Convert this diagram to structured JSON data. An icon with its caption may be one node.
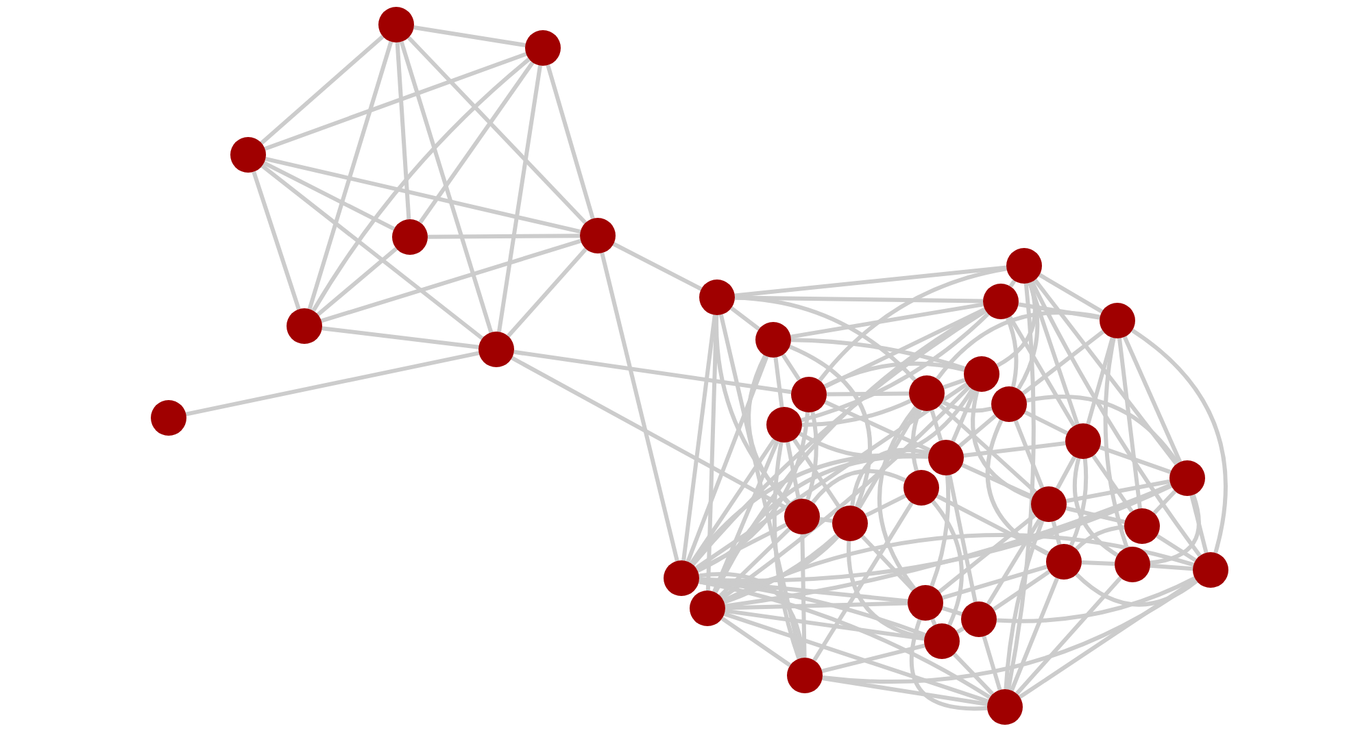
{
  "diagram": {
    "nodes": [
      {
        "text": [],
        "shape": "circle"
      },
      {
        "text": [],
        "shape": "circle"
      },
      {
        "text": [],
        "shape": "circle"
      },
      {
        "text": [],
        "shape": "circle"
      },
      {
        "text": [],
        "shape": "circle"
      },
      {
        "text": [],
        "shape": "circle"
      },
      {
        "text": [],
        "shape": "circle"
      },
      {
        "text": [],
        "shape": "circle"
      },
      {
        "text": [],
        "shape": "circle"
      },
      {
        "text": [],
        "shape": "circle"
      },
      {
        "text": [],
        "shape": "circle"
      },
      {
        "text": [],
        "shape": "circle"
      },
      {
        "text": [],
        "shape": "circle"
      },
      {
        "text": [],
        "shape": "circle"
      },
      {
        "text": [],
        "shape": "circle"
      },
      {
        "text": [],
        "shape": "circle"
      },
      {
        "text": [],
        "shape": "circle"
      },
      {
        "text": [],
        "shape": "circle"
      },
      {
        "text": [],
        "shape": "circle"
      },
      {
        "text": [],
        "shape": "circle"
      },
      {
        "text": [],
        "shape": "circle"
      },
      {
        "text": [],
        "shape": "circle"
      },
      {
        "text": [],
        "shape": "circle"
      },
      {
        "text": [],
        "shape": "circle"
      },
      {
        "text": [],
        "shape": "circle"
      },
      {
        "text": [],
        "shape": "circle"
      },
      {
        "text": [],
        "shape": "circle"
      },
      {
        "text": [],
        "shape": "circle"
      },
      {
        "text": [],
        "shape": "circle"
      },
      {
        "text": [],
        "shape": "circle"
      },
      {
        "text": [],
        "shape": "circle"
      },
      {
        "text": [],
        "shape": "circle"
      },
      {
        "text": [],
        "shape": "circle"
      },
      {
        "text": [],
        "shape": "circle"
      },
      {
        "text": [],
        "shape": "circle"
      },
      {
        "text": [],
        "shape": "circle"
      }
    ],
    "edges": [
      {
        "from": 0,
        "to": 1,
        "arrow": "none"
      },
      {
        "from": 0,
        "to": 2,
        "arrow": "none"
      },
      {
        "from": 0,
        "to": 3,
        "arrow": "none"
      },
      {
        "from": 0,
        "to": 5,
        "arrow": "none"
      },
      {
        "from": 0,
        "to": 4,
        "arrow": "none"
      },
      {
        "from": 0,
        "to": 6,
        "arrow": "none"
      },
      {
        "from": 1,
        "to": 2,
        "arrow": "none"
      },
      {
        "from": 1,
        "to": 3,
        "arrow": "none"
      },
      {
        "from": 1,
        "to": 5,
        "arrow": "none"
      },
      {
        "from": 1,
        "to": 6,
        "arrow": "none"
      },
      {
        "from": 1,
        "to": 4,
        "arrow": "none"
      },
      {
        "from": 2,
        "to": 3,
        "arrow": "none"
      },
      {
        "from": 2,
        "to": 5,
        "arrow": "none"
      },
      {
        "from": 2,
        "to": 4,
        "arrow": "none"
      },
      {
        "from": 2,
        "to": 6,
        "arrow": "none"
      },
      {
        "from": 3,
        "to": 4,
        "arrow": "none"
      },
      {
        "from": 3,
        "to": 5,
        "arrow": "none"
      },
      {
        "from": 5,
        "to": 4,
        "arrow": "none"
      },
      {
        "from": 5,
        "to": 6,
        "arrow": "none"
      },
      {
        "from": 4,
        "to": 6,
        "arrow": "none"
      },
      {
        "from": 6,
        "to": 7,
        "arrow": "none"
      },
      {
        "from": 4,
        "to": 9,
        "arrow": "none"
      },
      {
        "from": 4,
        "to": 29,
        "arrow": "none"
      },
      {
        "from": 6,
        "to": 14,
        "arrow": "none"
      },
      {
        "from": 6,
        "to": 23,
        "arrow": "none"
      },
      {
        "from": 8,
        "to": 9,
        "arrow": "none"
      },
      {
        "from": 8,
        "to": 10,
        "arrow": "none"
      },
      {
        "from": 8,
        "to": 12,
        "arrow": "none"
      },
      {
        "from": 8,
        "to": 13,
        "arrow": "none"
      },
      {
        "from": 8,
        "to": 16,
        "arrow": "none"
      },
      {
        "from": 8,
        "to": 18,
        "arrow": "none"
      },
      {
        "from": 8,
        "to": 19,
        "arrow": "none"
      },
      {
        "from": 8,
        "to": 28,
        "arrow": "none"
      },
      {
        "from": 8,
        "to": 35,
        "arrow": "none"
      },
      {
        "from": 8,
        "to": 14,
        "arrow": "none"
      },
      {
        "from": 9,
        "to": 11,
        "arrow": "none"
      },
      {
        "from": 9,
        "to": 10,
        "arrow": "none"
      },
      {
        "from": 9,
        "to": 29,
        "arrow": "none"
      },
      {
        "from": 9,
        "to": 30,
        "arrow": "none"
      },
      {
        "from": 9,
        "to": 23,
        "arrow": "none"
      },
      {
        "from": 9,
        "to": 34,
        "arrow": "none"
      },
      {
        "from": 9,
        "to": 15,
        "arrow": "none"
      },
      {
        "from": 10,
        "to": 11,
        "arrow": "none"
      },
      {
        "from": 10,
        "to": 12,
        "arrow": "none"
      },
      {
        "from": 10,
        "to": 14,
        "arrow": "none"
      },
      {
        "from": 10,
        "to": 16,
        "arrow": "none"
      },
      {
        "from": 10,
        "to": 17,
        "arrow": "none"
      },
      {
        "from": 10,
        "to": 18,
        "arrow": "none"
      },
      {
        "from": 10,
        "to": 29,
        "arrow": "none"
      },
      {
        "from": 10,
        "to": 30,
        "arrow": "none"
      },
      {
        "from": 11,
        "to": 14,
        "arrow": "none"
      },
      {
        "from": 11,
        "to": 17,
        "arrow": "none"
      },
      {
        "from": 11,
        "to": 29,
        "arrow": "none"
      },
      {
        "from": 11,
        "to": 23,
        "arrow": "none"
      },
      {
        "from": 11,
        "to": 24,
        "arrow": "none"
      },
      {
        "from": 11,
        "to": 13,
        "arrow": "none"
      },
      {
        "from": 12,
        "to": 16,
        "arrow": "none"
      },
      {
        "from": 12,
        "to": 18,
        "arrow": "none"
      },
      {
        "from": 12,
        "to": 19,
        "arrow": "none"
      },
      {
        "from": 12,
        "to": 25,
        "arrow": "none"
      },
      {
        "from": 12,
        "to": 27,
        "arrow": "none"
      },
      {
        "from": 12,
        "to": 28,
        "arrow": "none"
      },
      {
        "from": 12,
        "to": 15,
        "arrow": "none"
      },
      {
        "from": 13,
        "to": 14,
        "arrow": "none"
      },
      {
        "from": 13,
        "to": 15,
        "arrow": "none"
      },
      {
        "from": 13,
        "to": 17,
        "arrow": "none"
      },
      {
        "from": 13,
        "to": 20,
        "arrow": "none"
      },
      {
        "from": 13,
        "to": 22,
        "arrow": "none"
      },
      {
        "from": 13,
        "to": 29,
        "arrow": "none"
      },
      {
        "from": 13,
        "to": 30,
        "arrow": "none"
      },
      {
        "from": 14,
        "to": 15,
        "arrow": "none"
      },
      {
        "from": 14,
        "to": 20,
        "arrow": "none"
      },
      {
        "from": 14,
        "to": 23,
        "arrow": "none"
      },
      {
        "from": 14,
        "to": 29,
        "arrow": "none"
      },
      {
        "from": 15,
        "to": 16,
        "arrow": "none"
      },
      {
        "from": 15,
        "to": 17,
        "arrow": "none"
      },
      {
        "from": 15,
        "to": 20,
        "arrow": "none"
      },
      {
        "from": 15,
        "to": 21,
        "arrow": "none"
      },
      {
        "from": 15,
        "to": 22,
        "arrow": "none"
      },
      {
        "from": 15,
        "to": 24,
        "arrow": "none"
      },
      {
        "from": 15,
        "to": 31,
        "arrow": "none"
      },
      {
        "from": 16,
        "to": 18,
        "arrow": "none"
      },
      {
        "from": 16,
        "to": 19,
        "arrow": "none"
      },
      {
        "from": 16,
        "to": 20,
        "arrow": "none"
      },
      {
        "from": 16,
        "to": 22,
        "arrow": "none"
      },
      {
        "from": 16,
        "to": 26,
        "arrow": "none"
      },
      {
        "from": 17,
        "to": 23,
        "arrow": "none"
      },
      {
        "from": 17,
        "to": 24,
        "arrow": "none"
      },
      {
        "from": 17,
        "to": 29,
        "arrow": "none"
      },
      {
        "from": 17,
        "to": 30,
        "arrow": "none"
      },
      {
        "from": 17,
        "to": 34,
        "arrow": "none"
      },
      {
        "from": 18,
        "to": 19,
        "arrow": "none"
      },
      {
        "from": 18,
        "to": 22,
        "arrow": "none"
      },
      {
        "from": 18,
        "to": 25,
        "arrow": "none"
      },
      {
        "from": 18,
        "to": 26,
        "arrow": "none"
      },
      {
        "from": 18,
        "to": 27,
        "arrow": "none"
      },
      {
        "from": 18,
        "to": 20,
        "arrow": "none"
      },
      {
        "from": 19,
        "to": 25,
        "arrow": "none"
      },
      {
        "from": 19,
        "to": 27,
        "arrow": "none"
      },
      {
        "from": 19,
        "to": 28,
        "arrow": "none"
      },
      {
        "from": 19,
        "to": 22,
        "arrow": "none"
      },
      {
        "from": 19,
        "to": 29,
        "arrow": "none"
      },
      {
        "from": 19,
        "to": 30,
        "arrow": "none"
      },
      {
        "from": 20,
        "to": 22,
        "arrow": "none"
      },
      {
        "from": 20,
        "to": 24,
        "arrow": "none"
      },
      {
        "from": 20,
        "to": 29,
        "arrow": "none"
      },
      {
        "from": 20,
        "to": 30,
        "arrow": "none"
      },
      {
        "from": 20,
        "to": 31,
        "arrow": "none"
      },
      {
        "from": 20,
        "to": 32,
        "arrow": "none"
      },
      {
        "from": 21,
        "to": 23,
        "arrow": "none"
      },
      {
        "from": 21,
        "to": 24,
        "arrow": "none"
      },
      {
        "from": 21,
        "to": 26,
        "arrow": "none"
      },
      {
        "from": 21,
        "to": 33,
        "arrow": "none"
      },
      {
        "from": 21,
        "to": 34,
        "arrow": "none"
      },
      {
        "from": 22,
        "to": 25,
        "arrow": "none"
      },
      {
        "from": 22,
        "to": 26,
        "arrow": "none"
      },
      {
        "from": 22,
        "to": 31,
        "arrow": "none"
      },
      {
        "from": 22,
        "to": 32,
        "arrow": "none"
      },
      {
        "from": 22,
        "to": 35,
        "arrow": "none"
      },
      {
        "from": 23,
        "to": 24,
        "arrow": "none"
      },
      {
        "from": 23,
        "to": 29,
        "arrow": "none"
      },
      {
        "from": 23,
        "to": 30,
        "arrow": "none"
      },
      {
        "from": 23,
        "to": 34,
        "arrow": "none"
      },
      {
        "from": 24,
        "to": 29,
        "arrow": "none"
      },
      {
        "from": 24,
        "to": 30,
        "arrow": "none"
      },
      {
        "from": 24,
        "to": 31,
        "arrow": "none"
      },
      {
        "from": 24,
        "to": 33,
        "arrow": "none"
      },
      {
        "from": 25,
        "to": 28,
        "arrow": "none"
      },
      {
        "from": 25,
        "to": 26,
        "arrow": "none"
      },
      {
        "from": 26,
        "to": 27,
        "arrow": "none"
      },
      {
        "from": 26,
        "to": 31,
        "arrow": "none"
      },
      {
        "from": 26,
        "to": 32,
        "arrow": "none"
      },
      {
        "from": 26,
        "to": 35,
        "arrow": "none"
      },
      {
        "from": 26,
        "to": 28,
        "arrow": "none"
      },
      {
        "from": 27,
        "to": 28,
        "arrow": "none"
      },
      {
        "from": 27,
        "to": 35,
        "arrow": "none"
      },
      {
        "from": 28,
        "to": 35,
        "arrow": "none"
      },
      {
        "from": 28,
        "to": 30,
        "arrow": "none"
      },
      {
        "from": 28,
        "to": 34,
        "arrow": "none"
      },
      {
        "from": 28,
        "to": 32,
        "arrow": "none"
      },
      {
        "from": 29,
        "to": 31,
        "arrow": "none"
      },
      {
        "from": 29,
        "to": 34,
        "arrow": "none"
      },
      {
        "from": 29,
        "to": 35,
        "arrow": "none"
      },
      {
        "from": 29,
        "to": 33,
        "arrow": "none"
      },
      {
        "from": 30,
        "to": 31,
        "arrow": "none"
      },
      {
        "from": 30,
        "to": 33,
        "arrow": "none"
      },
      {
        "from": 30,
        "to": 34,
        "arrow": "none"
      },
      {
        "from": 30,
        "to": 35,
        "arrow": "none"
      },
      {
        "from": 31,
        "to": 32,
        "arrow": "none"
      },
      {
        "from": 31,
        "to": 33,
        "arrow": "none"
      },
      {
        "from": 31,
        "to": 35,
        "arrow": "none"
      },
      {
        "from": 32,
        "to": 33,
        "arrow": "none"
      },
      {
        "from": 32,
        "to": 35,
        "arrow": "none"
      },
      {
        "from": 33,
        "to": 34,
        "arrow": "none"
      },
      {
        "from": 33,
        "to": 35,
        "arrow": "none"
      },
      {
        "from": 34,
        "to": 35,
        "arrow": "none"
      }
    ]
  }
}
